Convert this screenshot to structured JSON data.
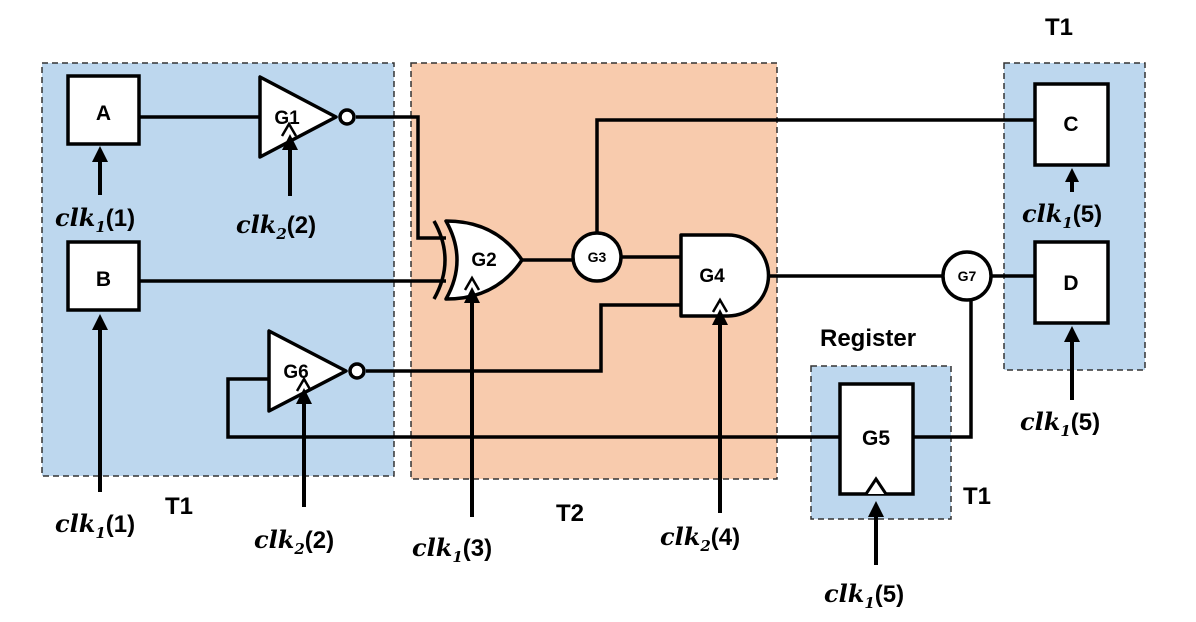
{
  "colors": {
    "zone_t1": "#bdd7ee",
    "zone_t2": "#f8cbad",
    "stroke": "#000000"
  },
  "zones": {
    "left_t1": "T1",
    "middle_t2": "T2",
    "right_t1": "T1",
    "register_t1": "T1",
    "register_title": "Register"
  },
  "nodes": {
    "a": "A",
    "b": "B",
    "c": "C",
    "d": "D",
    "g1": "G1",
    "g2": "G2",
    "g3": "G3",
    "g4": "G4",
    "g5": "G5",
    "g6": "G6",
    "g7": "G7"
  },
  "clock_labels": {
    "a": {
      "name": "clk",
      "sub": "1",
      "phase": "(1)"
    },
    "g1": {
      "name": "clk",
      "sub": "2",
      "phase": "(2)"
    },
    "b": {
      "name": "clk",
      "sub": "1",
      "phase": "(1)"
    },
    "g6": {
      "name": "clk",
      "sub": "2",
      "phase": "(2)"
    },
    "g2": {
      "name": "clk",
      "sub": "1",
      "phase": "(3)"
    },
    "g4": {
      "name": "clk",
      "sub": "2",
      "phase": "(4)"
    },
    "c": {
      "name": "clk",
      "sub": "1",
      "phase": "(5)"
    },
    "d": {
      "name": "clk",
      "sub": "1",
      "phase": "(5)"
    },
    "g5": {
      "name": "clk",
      "sub": "1",
      "phase": "(5)"
    }
  }
}
